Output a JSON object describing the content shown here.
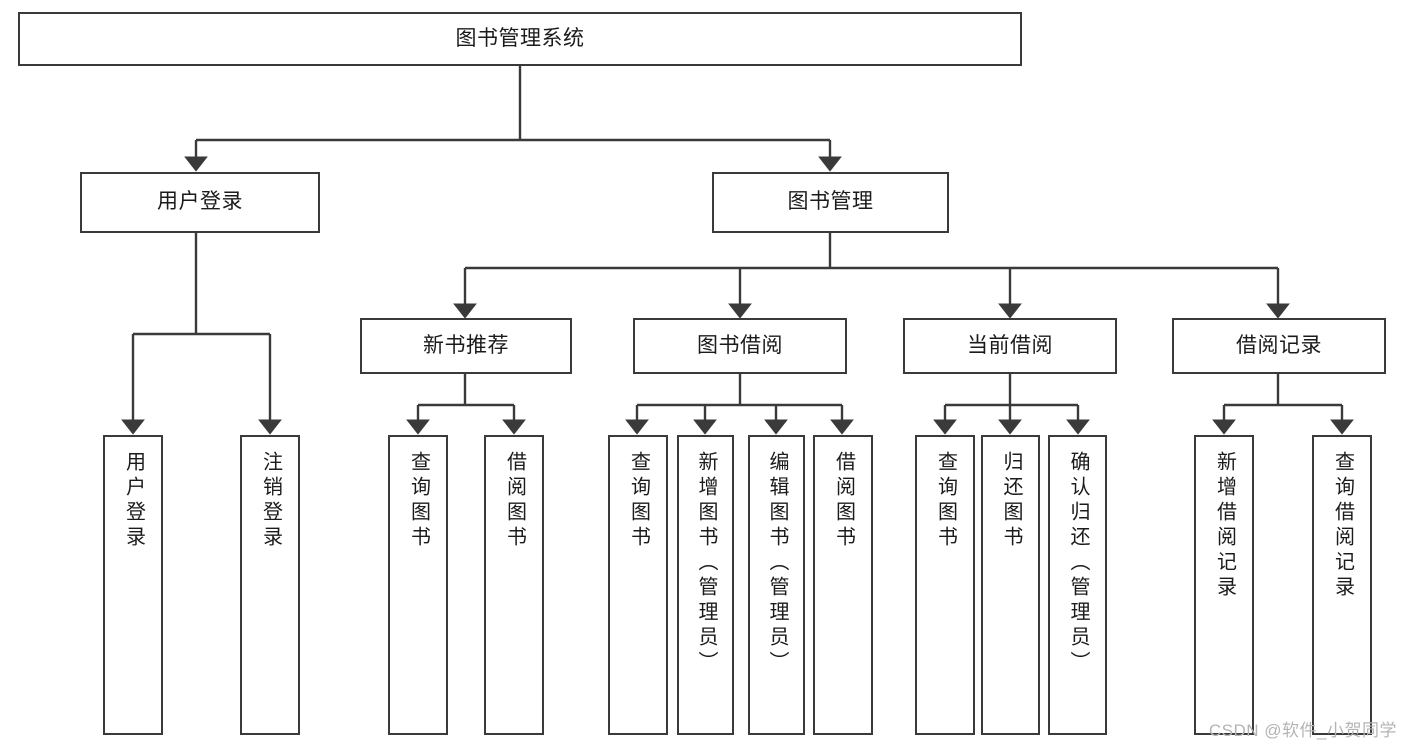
{
  "diagram": {
    "title": "图书管理系统",
    "type": "tree",
    "watermark": "CSDN @软件_小贺同学",
    "colors": {
      "box_border": "#3a3a3a",
      "box_fill": "#ffffff",
      "connector": "#3a3a3a",
      "text": "#1b1b1b",
      "watermark": "#b4b4b4"
    },
    "root": {
      "id": "root",
      "label": "图书管理系统"
    },
    "level2": [
      {
        "id": "user-login",
        "label": "用户登录"
      },
      {
        "id": "book-management",
        "label": "图书管理"
      }
    ],
    "level3": [
      {
        "id": "new-book-recommend",
        "label": "新书推荐",
        "parent": "book-management"
      },
      {
        "id": "book-borrow",
        "label": "图书借阅",
        "parent": "book-management"
      },
      {
        "id": "current-borrow",
        "label": "当前借阅",
        "parent": "book-management"
      },
      {
        "id": "borrow-record",
        "label": "借阅记录",
        "parent": "book-management"
      }
    ],
    "leaves": [
      {
        "id": "leaf-user-login",
        "label": "用户登录",
        "parent": "user-login"
      },
      {
        "id": "leaf-user-logout",
        "label": "注销登录",
        "parent": "user-login"
      },
      {
        "id": "leaf-query-book-rec",
        "label": "查询图书",
        "parent": "new-book-recommend"
      },
      {
        "id": "leaf-borrow-book-rec",
        "label": "借阅图书",
        "parent": "new-book-recommend"
      },
      {
        "id": "leaf-query-book-borrow",
        "label": "查询图书",
        "parent": "book-borrow"
      },
      {
        "id": "leaf-add-book",
        "label": "新增图书（管理员）",
        "parent": "book-borrow"
      },
      {
        "id": "leaf-edit-book",
        "label": "编辑图书（管理员）",
        "parent": "book-borrow"
      },
      {
        "id": "leaf-borrow-book",
        "label": "借阅图书",
        "parent": "book-borrow"
      },
      {
        "id": "leaf-query-book-current",
        "label": "查询图书",
        "parent": "current-borrow"
      },
      {
        "id": "leaf-return-book",
        "label": "归还图书",
        "parent": "current-borrow"
      },
      {
        "id": "leaf-confirm-return",
        "label": "确认归还（管理员）",
        "parent": "current-borrow"
      },
      {
        "id": "leaf-add-record",
        "label": "新增借阅记录",
        "parent": "borrow-record"
      },
      {
        "id": "leaf-query-record",
        "label": "查询借阅记录",
        "parent": "borrow-record"
      }
    ]
  }
}
